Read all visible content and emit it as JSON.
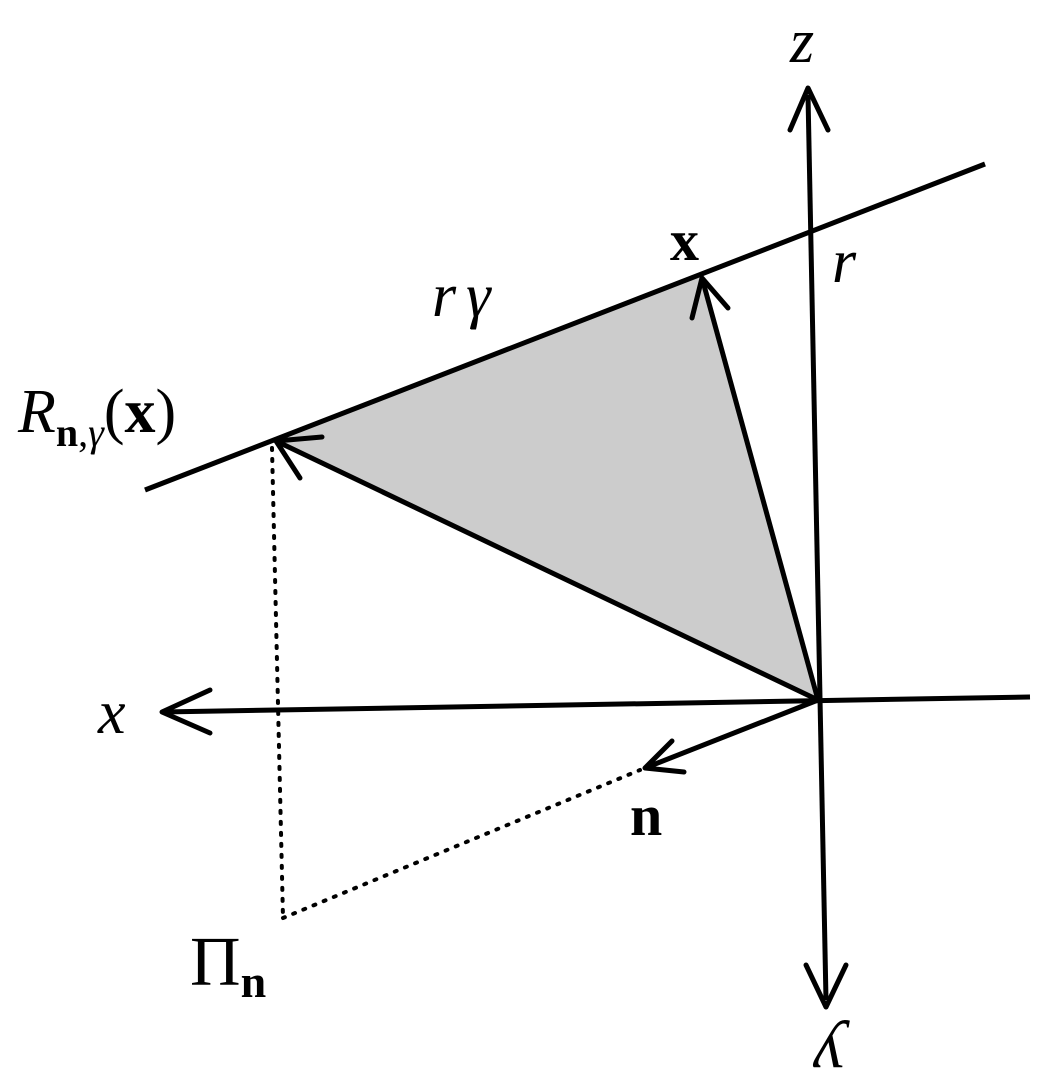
{
  "diagram": {
    "labels": {
      "z_axis": "z",
      "x_axis": "x",
      "r_line": "r",
      "point_x": "x",
      "arc_r": "r",
      "arc_gamma": "γ",
      "rot_R": "R",
      "rot_sub_n": "n",
      "rot_sub_comma": ",",
      "rot_sub_gamma": "γ",
      "rot_open": "(",
      "rot_x": "x",
      "rot_close": ")",
      "normal_n": "n",
      "plane_pi": "Π",
      "plane_sub_n": "n",
      "bottom_axis": "y"
    },
    "colors": {
      "ink": "#000000",
      "shade": "#cccccc",
      "background": "#ffffff"
    }
  }
}
